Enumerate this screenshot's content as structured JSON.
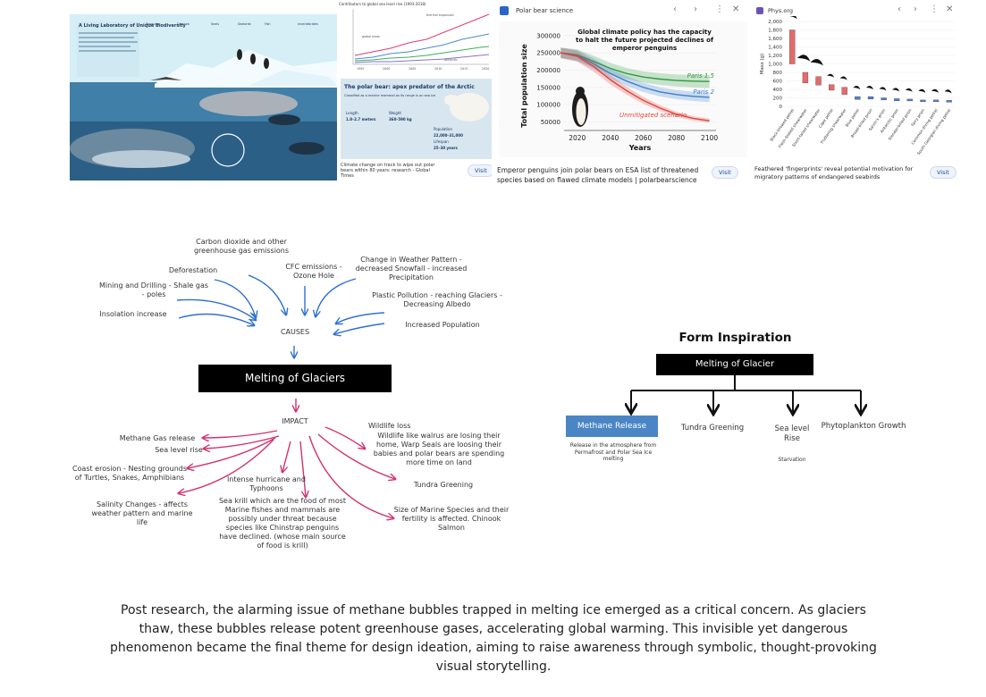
{
  "collage": {
    "panel1": {
      "title": "A Living Laboratory of Unique Biodiversity",
      "legend": [
        "Penguins",
        "Cetacea",
        "Seals",
        "Seabirds",
        "Fish",
        "Invertebrates"
      ]
    },
    "panel2": {
      "header": "Contributors to global sea level rise (1993-2018)",
      "chart_labels": [
        "global mean",
        "thermal expansion",
        "glaciers",
        "Antarctic",
        "Greenland"
      ],
      "x_ticks": [
        "1995",
        "2000",
        "2005",
        "2010",
        "2015",
        "2020"
      ],
      "infographic_title": "The polar bear: apex predator of the Arctic",
      "infographic_sub": "Classified as a marine mammal as its range is on sea ice",
      "length_label": "Length",
      "length_value": "1.8–2.7 meters",
      "weight_label": "Weight",
      "weight_value": "360–590 kg",
      "population_label": "Population",
      "population_value": "22,000–31,000",
      "lifespan_label": "Lifespan",
      "lifespan_value": "25–30 years",
      "caption": "Climate change on track to wipe out polar bears within 80 years: research - Global Times",
      "visit": "Visit"
    },
    "panel3": {
      "site": "Polar bear science",
      "chart_data": {
        "type": "line",
        "title": "Global climate policy has the capacity to halt the future projected declines of emperor penguins",
        "xlabel": "Years",
        "ylabel": "Total population size",
        "x_ticks": [
          "2020",
          "2040",
          "2060",
          "2080",
          "2100"
        ],
        "y_ticks": [
          "50000",
          "100000",
          "150000",
          "200000",
          "250000",
          "300000"
        ],
        "ylim": [
          25000,
          310000
        ],
        "x": [
          2010,
          2020,
          2030,
          2040,
          2050,
          2060,
          2070,
          2080,
          2090,
          2100
        ],
        "series": [
          {
            "name": "Paris 1.5",
            "color": "#2e9c3e",
            "values": [
              250000,
              244000,
              225000,
              205000,
              190000,
              180000,
              174000,
              170000,
              168000,
              167000
            ]
          },
          {
            "name": "Paris 2",
            "color": "#3a7fd0",
            "values": [
              250000,
              242000,
              218000,
              190000,
              168000,
              150000,
              137000,
              129000,
              124000,
              121000
            ]
          },
          {
            "name": "Unmitigated scenario",
            "color": "#e0453b",
            "values": [
              250000,
              240000,
              210000,
              172000,
              140000,
              112000,
              90000,
              72000,
              60000,
              53000
            ]
          }
        ]
      },
      "caption": "Emperor penguins join polar bears on ESA list of threatened species based on flawed climate models | polarbearscience",
      "visit": "Visit"
    },
    "panel4": {
      "site": "Phys.org",
      "chart_data": {
        "type": "bar",
        "ylabel": "Mass (g)",
        "y_ticks": [
          "0",
          "200",
          "400",
          "600",
          "800",
          "1,000",
          "1,200",
          "1,400",
          "1,600",
          "1,800",
          "2,000"
        ],
        "ylim": [
          0,
          2000
        ],
        "categories": [
          "Black-browed petrel",
          "Flesh-footed shearwater",
          "Short-tailed shearwater",
          "Cape petrel",
          "Fluttering shearwater",
          "Blue petrel",
          "Broad-billed prion",
          "Salvin's prion",
          "Antarctic prion",
          "Slender-billed prion",
          "Fairy prion",
          "Common diving petrel",
          "South Georgian diving petrel"
        ],
        "ranges": [
          [
            1000,
            1800
          ],
          [
            550,
            800
          ],
          [
            500,
            700
          ],
          [
            380,
            510
          ],
          [
            280,
            450
          ],
          [
            160,
            230
          ],
          [
            170,
            230
          ],
          [
            150,
            200
          ],
          [
            130,
            180
          ],
          [
            130,
            170
          ],
          [
            110,
            150
          ],
          [
            110,
            150
          ],
          [
            100,
            140
          ]
        ]
      },
      "caption": "Feathered 'fingerprints' reveal potential motivation for migratory patterns of endangered seabirds",
      "visit": "Visit"
    }
  },
  "mindmap": {
    "center": "Melting of Glaciers",
    "causes_label": "CAUSES",
    "impact_label": "IMPACT",
    "causes": {
      "co2": "Carbon dioxide and other greenhouse gas emissions",
      "deforestation": "Deforestation",
      "mining": "Mining and Drilling - Shale gas - poles",
      "insolation": "Insolation increase",
      "cfc": "CFC emissions - Ozone Hole",
      "weather": "Change in Weather Pattern - decreased Snowfall - increased Precipitation",
      "plastic": "Plastic Pollution - reaching Glaciers - Decreasing Albedo",
      "population": "Increased Population"
    },
    "impacts": {
      "methane": "Methane Gas release",
      "sealevel": "Sea level rise",
      "coast": "Coast erosion - Nesting grounds of Turtles, Snakes, Amphibians",
      "salinity": "Salinity Changes - affects weather pattern and marine life",
      "hurricane": "Intense hurricane and Typhoons",
      "krill": "Sea krill which are the food of most Marine fishes and mammals are possibly under threat because species like Chinstrap penguins have declined. (whose main source  of food is krill)",
      "wildlife_title": "Wildlife loss",
      "wildlife": "Wildlife like walrus are losing their home, Warp Seals are loosing their babies and polar bears are spending more time on land",
      "tundra": "Tundra Greening",
      "species": "Size of Marine Species and their fertility is affected. Chinook Salmon"
    }
  },
  "form_inspiration": {
    "title": "Form Inspiration",
    "root": "Melting of Glacier",
    "children": [
      "Methane Release",
      "Tundra Greening",
      "Sea level Rise",
      "Phytoplankton Growth"
    ],
    "methane_note": "Release in the atmosphere from Permafrost and Polar Sea Ice melting",
    "sealevel_note": "Starvation"
  },
  "paragraph": "Post research, the alarming issue of methane bubbles trapped in melting ice emerged as a critical concern. As glaciers thaw, these bubbles release potent greenhouse gases, accelerating global warming. This invisible yet dangerous phenomenon became the final theme for design ideation, aiming to raise awareness through symbolic, thought-provoking visual storytelling."
}
